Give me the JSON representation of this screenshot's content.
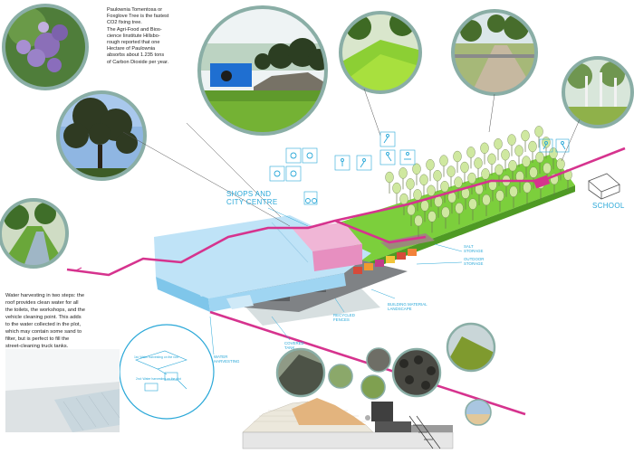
{
  "notes": {
    "paulownia": [
      "Paulownia Tomentosa or",
      "Foxglove Tree is the fastest",
      "CO2 fixing tree.",
      "The Agri-Food and Bios-",
      "cience Iinstitute Hillsbo-",
      "rough reported that one",
      "Hectare of Paulownia",
      "absorbs about 1.235 tons",
      "of Carbon Dioxide per year."
    ],
    "water": [
      "Water harvesting in two steps: the",
      "roof provides clean water for all",
      "the toilets, the workshops, and the",
      "vehicle cleaning point. This adds",
      "to the water collected in the plot,",
      "which may contain some sand to",
      "filter, but is perfect to fill the",
      "street-cleaning truck tanks."
    ]
  },
  "labels": {
    "shops_line1": "SHOPS AND",
    "shops_line2": "CITY CENTRE",
    "school": "SCHOOL",
    "salt_storage_line1": "SALT",
    "salt_storage_line2": "STORAGE",
    "outdoor_storage_line1": "OUTDOOR",
    "outdoor_storage_line2": "STORAGE",
    "building_material_line1": "BUILDING MATERIAL",
    "building_material_line2": "LANDSCAPE",
    "recycled_fences_line1": "RECYCLED",
    "recycled_fences_line2": "FENCES",
    "covered_tank_line1": "COVERED",
    "covered_tank_line2": "TANK",
    "water_harvesting_line1": "WATER",
    "water_harvesting_line2": "HARVESTING"
  },
  "water_diagram": {
    "step1": "1st: Water harvesting on the roof",
    "step2": "2nd: Water harvesting on the plot"
  },
  "colors": {
    "path_magenta": "#d6338e",
    "annotation_blue": "#2aa8d8",
    "roof_blue": "#bfe3f7",
    "grass_green": "#7ccf3c",
    "circle_border": "#8aaea6"
  },
  "icons": [
    "bicycle-icon",
    "walking-icon",
    "jogging-icon",
    "running-icon",
    "skating-icon",
    "swimming-icon",
    "cycling-icon",
    "dog-walking-icon"
  ]
}
